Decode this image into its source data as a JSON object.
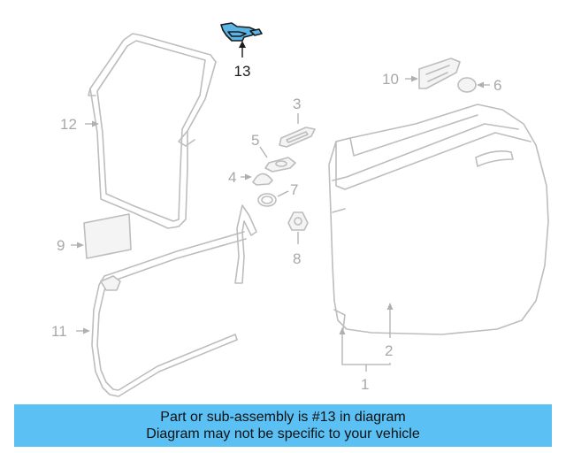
{
  "callouts": {
    "c1": "1",
    "c2": "2",
    "c3": "3",
    "c4": "4",
    "c5": "5",
    "c6": "6",
    "c7": "7",
    "c8": "8",
    "c9": "9",
    "c10": "10",
    "c11": "11",
    "c12": "12",
    "c13": "13"
  },
  "highlight": {
    "part_number": "13",
    "color": "#5ab4e6"
  },
  "banner": {
    "line1": "Part or sub-assembly is #13 in diagram",
    "line2": "Diagram may not be specific to your vehicle",
    "background": "#5bc0f4"
  }
}
